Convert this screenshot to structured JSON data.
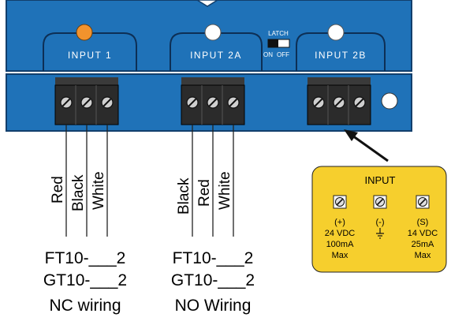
{
  "panel": {
    "inputs": [
      {
        "label": "INPUT 1",
        "led_color": "#f2932d"
      },
      {
        "label": "INPUT 2A",
        "led_color": "#ffffff"
      },
      {
        "label": "INPUT 2B",
        "led_color": "#ffffff"
      }
    ],
    "switch": {
      "top_label": "LATCH",
      "on_label": "ON",
      "off_label": "OFF"
    },
    "colors": {
      "panel": "#1f72b8",
      "panel_edge": "#123f6c",
      "terminal": "#2b2b2b",
      "screw": "#bdbdbd"
    }
  },
  "wiring": {
    "nc": {
      "wires": [
        "Red",
        "Black",
        "White"
      ],
      "models": [
        "FT10-___2",
        "GT10-___2"
      ],
      "caption": "NC wiring"
    },
    "no": {
      "wires": [
        "Black",
        "Red",
        "White"
      ],
      "models": [
        "FT10-___2",
        "GT10-___2"
      ],
      "caption": "NO Wiring"
    }
  },
  "legend": {
    "title": "INPUT",
    "background": "#f6cf2d",
    "terminals": [
      {
        "symbol": "(+)",
        "lines": [
          "24 VDC",
          "100mA",
          "Max"
        ]
      },
      {
        "symbol": "(-)",
        "lines": []
      },
      {
        "symbol": "(S)",
        "lines": [
          "14 VDC",
          "25mA",
          "Max"
        ]
      }
    ]
  }
}
